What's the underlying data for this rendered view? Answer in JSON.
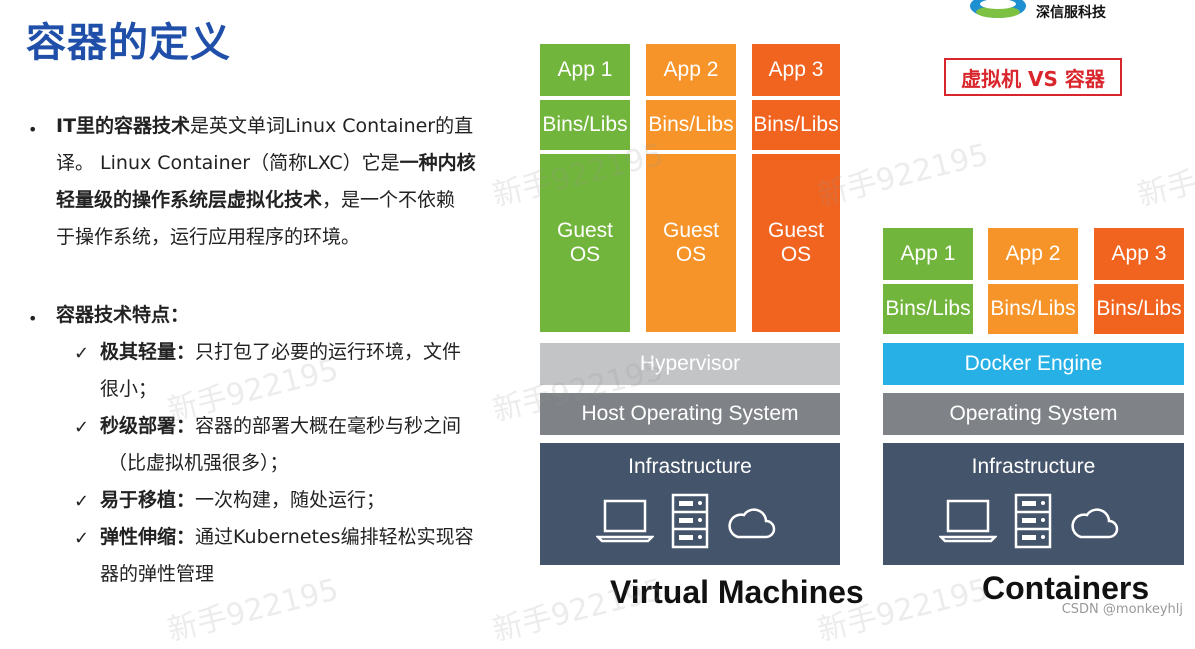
{
  "title": "容器的定义",
  "company": "深信服科技",
  "compare_box": "虚拟机 VS 容器",
  "definition": {
    "line1_bold": "IT里的容器技术",
    "line1_rest": "是英文单词Linux Container的直",
    "line2_plain": "译。 Linux Container（简称LXC）它是",
    "line2_bold": "一种内核",
    "line3_bold": "轻量级的操作系统层虚拟化技术",
    "line3_rest": "，是一个不依赖",
    "line4": "于操作系统，运行应用程序的环境。"
  },
  "features": {
    "heading": "容器技术特点：",
    "items": [
      {
        "label": "极其轻量：",
        "text": "只打包了必要的运行环境，文件",
        "cont": "很小；"
      },
      {
        "label": "秒级部署：",
        "text": "容器的部署大概在毫秒与秒之间",
        "cont": "（比虚拟机强很多）；"
      },
      {
        "label": "易于移植：",
        "text": "一次构建，随处运行；",
        "cont": ""
      },
      {
        "label": "弹性伸缩：",
        "text": "通过Kubernetes编排轻松实现容",
        "cont": "器的弹性管理"
      }
    ]
  },
  "vm": {
    "apps": [
      "App 1",
      "App 2",
      "App 3"
    ],
    "bins": [
      "Bins/Libs",
      "Bins/Libs",
      "Bins/Libs"
    ],
    "guests": [
      "Guest OS",
      "Guest OS",
      "Guest OS"
    ],
    "hypervisor": "Hypervisor",
    "host_os": "Host Operating System",
    "infrastructure": "Infrastructure",
    "label": "Virtual Machines"
  },
  "containers": {
    "apps": [
      "App 1",
      "App 2",
      "App 3"
    ],
    "bins": [
      "Bins/Libs",
      "Bins/Libs",
      "Bins/Libs"
    ],
    "engine": "Docker Engine",
    "os": "Operating System",
    "infrastructure": "Infrastructure",
    "label": "Containers"
  },
  "icons": [
    "laptop-icon",
    "server-icon",
    "cloud-icon"
  ],
  "watermark": "新手922195",
  "csdn_credit": "CSDN @monkeyhlj",
  "colors": {
    "title": "#1f4fa8",
    "app1": "#72b53c",
    "app2": "#f6942a",
    "app3": "#f06420",
    "docker": "#27b0e6",
    "infra": "#44546a",
    "highlight": "#d9262c"
  }
}
